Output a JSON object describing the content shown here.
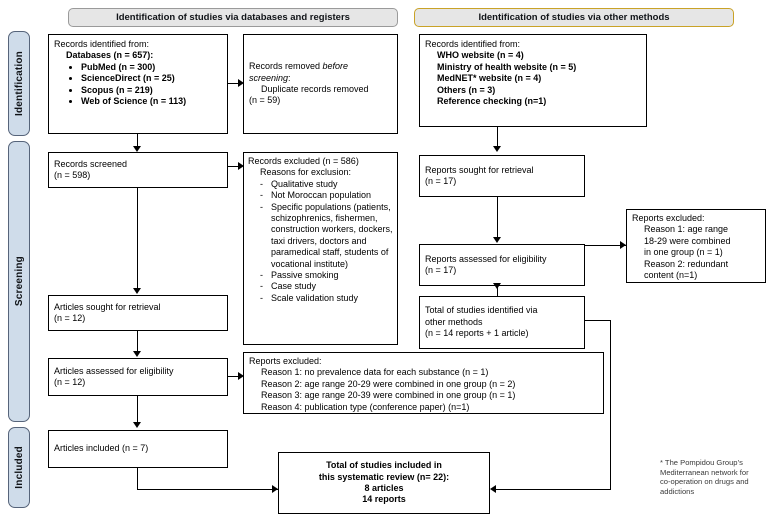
{
  "headers": {
    "databases": "Identification of studies via databases and registers",
    "other_methods": "Identification of studies via other methods"
  },
  "stages": [
    {
      "label": "Identification"
    },
    {
      "label": "Screening"
    },
    {
      "label": "Included"
    }
  ],
  "boxes": {
    "records_identified": {
      "title": "Records identified from:",
      "subtitle": "Databases (n = 657):",
      "sources": [
        "PubMed (n = 300)",
        "ScienceDirect (n = 25)",
        "Scopus (n = 219)",
        "Web of Science (n = 113)"
      ]
    },
    "records_removed": {
      "line1_a": "Records removed ",
      "line1_b": "before",
      "line2_a": "screening",
      "line2_b": ":",
      "line3": "Duplicate records removed",
      "line4": "(n = 59)"
    },
    "records_screened": {
      "line1": "Records screened",
      "line2": "(n = 598)"
    },
    "records_excluded": {
      "title": "Records excluded (n = 586)",
      "subtitle": "Reasons for exclusion:",
      "reasons": [
        "Qualitative study",
        "Not Moroccan population",
        "Specific populations (patients, schizophrenics, fishermen, construction workers, dockers, taxi drivers, doctors and paramedical staff, students of vocational institute)",
        "Passive smoking",
        "Case study",
        "Scale validation study"
      ]
    },
    "articles_sought": {
      "line1": "Articles sought for retrieval",
      "line2": "(n = 12)"
    },
    "articles_assessed": {
      "line1": "Articles assessed for eligibility",
      "line2": "(n = 12)"
    },
    "reports_excluded_left": {
      "title": "Reports excluded:",
      "reasons": [
        "Reason 1: no prevalence data for each substance (n = 1)",
        "Reason 2: age range 20-29 were combined in one group (n = 2)",
        "Reason 3: age range 20-39 were combined in one group (n = 1)",
        "Reason 4: publication type (conference paper) (n=1)"
      ]
    },
    "articles_included": {
      "line1": "Articles included (n = 7)"
    },
    "records_identified_other": {
      "title": "Records identified from:",
      "sources": [
        "WHO website (n = 4)",
        "Ministry of health website (n = 5)",
        "MedNET* website (n = 4)",
        "Others (n = 3)",
        "Reference checking (n=1)"
      ]
    },
    "reports_sought": {
      "line1": "Reports sought for retrieval",
      "line2": "(n = 17)"
    },
    "reports_assessed": {
      "line1": "Reports assessed for eligibility",
      "line2": "(n = 17)"
    },
    "reports_excluded_right": {
      "title": "Reports excluded:",
      "lines": [
        "Reason 1: age range",
        "18-29 were combined",
        "in one group (n = 1)",
        "Reason 2: redundant",
        "content (n=1)"
      ]
    },
    "total_other_methods": {
      "line1": "Total of studies identified via",
      "line2": "other methods",
      "line3": "(n = 14 reports + 1 article)"
    },
    "total_included": {
      "line1": "Total of studies included in",
      "line2": "this systematic review (n= 22):",
      "line3": "8 articles",
      "line4": "14 reports"
    }
  },
  "footnote": {
    "line1": "* The Pompidou Group’s",
    "line2": "Mediterranean network for",
    "line3": "co-operation on drugs and",
    "line4": "addictions"
  },
  "colors": {
    "stage_tab_fill": "#cfdcea",
    "stage_tab_border": "#56647a",
    "header_fill": "#e6e6e6",
    "header_border_db": "#9a9a9a",
    "header_border_other": "#c9a227",
    "box_border": "#000000",
    "connector": "#000000"
  }
}
